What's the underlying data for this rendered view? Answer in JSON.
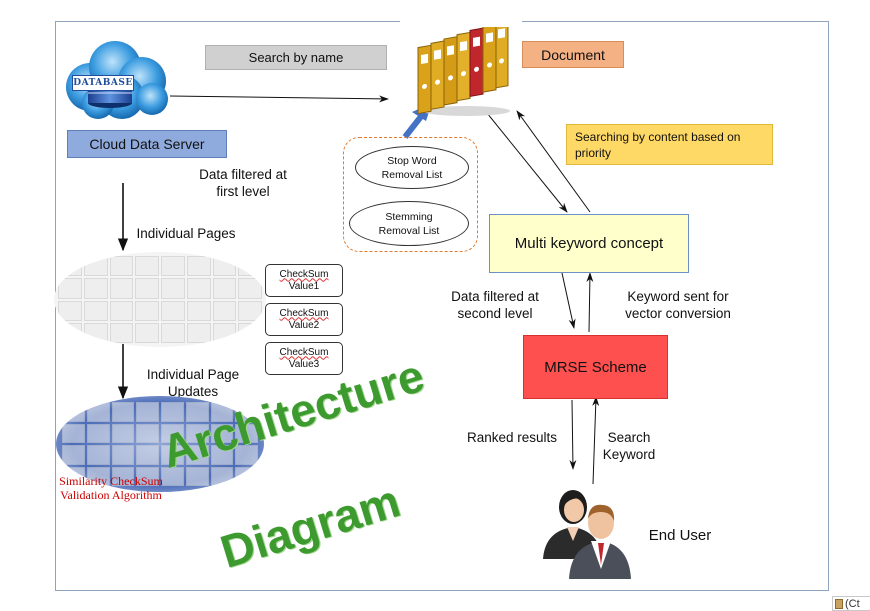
{
  "title": {
    "line1": "Architecture",
    "line2": "Diagram"
  },
  "database_logo": "DATABASE",
  "cloud_data_server": "Cloud Data Server",
  "search_by_name": "Search by name",
  "document": "Document",
  "stop_word_removal": [
    "Stop Word",
    "Removal List"
  ],
  "stemming_removal": [
    "Stemming",
    "Removal List"
  ],
  "searching_by_content": [
    "Searching by content based on",
    "priority"
  ],
  "data_filtered_first": [
    "Data filtered at",
    "first level"
  ],
  "individual_pages": "Individual Pages",
  "checksums": [
    {
      "title": "CheckSum",
      "value": "Value1"
    },
    {
      "title": "CheckSum",
      "value": "Value2"
    },
    {
      "title": "CheckSum",
      "value": "Value3"
    }
  ],
  "individual_page_updates": [
    "Individual Page",
    "Updates"
  ],
  "similarity_algorithm": [
    "Similarity CheckSum",
    "Validation Algorithm"
  ],
  "multi_keyword": "Multi keyword concept",
  "data_filtered_second": [
    "Data filtered at",
    "second level"
  ],
  "keyword_sent": [
    "Keyword sent for",
    "vector conversion"
  ],
  "mrse_scheme": "MRSE Scheme",
  "ranked_results": "Ranked results",
  "search_keyword": [
    "Search",
    "Keyword"
  ],
  "end_user": "End User",
  "corner_text": "(Ct",
  "colors": {
    "title_green": "#3d9a2f",
    "cloud_blue": "#1f7fc8",
    "server_box": "#8faadc",
    "search_box": "#d0d0d0",
    "document_box": "#f4b183",
    "searching_box": "#ffd966",
    "multi_keyword_box": "#ffffcc",
    "mrse_box": "#ff5050",
    "similarity_red": "#cc0000",
    "arrow_blue": "#4472c4"
  }
}
